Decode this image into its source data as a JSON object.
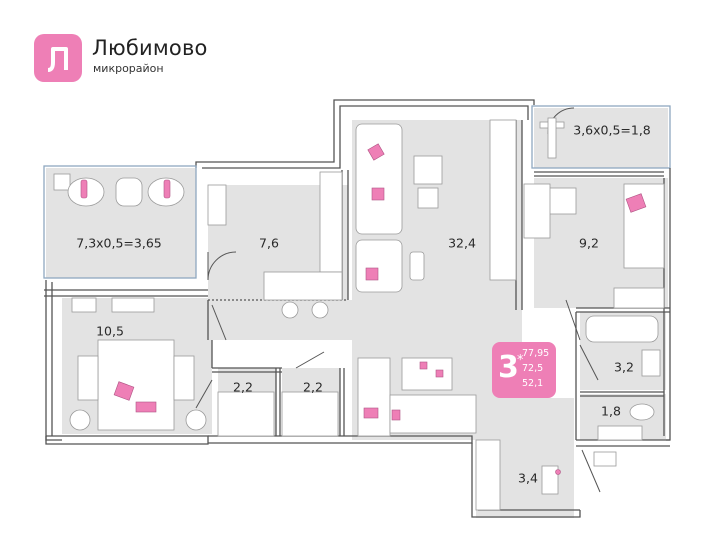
{
  "brand": {
    "name": "Любимово",
    "subtitle": "микрорайон",
    "color": "#ee7fb6"
  },
  "apartment": {
    "rooms": "3",
    "rooms_marker": "*",
    "total_area": "77,95",
    "living_area_incl": "72,5",
    "living_area": "52,1"
  },
  "rooms": [
    {
      "id": "balcony-left",
      "label": "7,3x0,5=3,65"
    },
    {
      "id": "kitchen",
      "label": "7,6"
    },
    {
      "id": "living-room",
      "label": "32,4"
    },
    {
      "id": "balcony-right",
      "label": "3,6x0,5=1,8"
    },
    {
      "id": "bedroom-small",
      "label": "9,2"
    },
    {
      "id": "bedroom-main",
      "label": "10,5"
    },
    {
      "id": "closet-1",
      "label": "2,2"
    },
    {
      "id": "closet-2",
      "label": "2,2"
    },
    {
      "id": "bathroom",
      "label": "3,2"
    },
    {
      "id": "toilet",
      "label": "1,8"
    },
    {
      "id": "hallway",
      "label": "3,4"
    }
  ],
  "colors": {
    "floor": "#e3e3e3",
    "wall": "#555555",
    "accent_pink": "#ee7fb6",
    "balcony_frame": "#8fa8c0"
  }
}
